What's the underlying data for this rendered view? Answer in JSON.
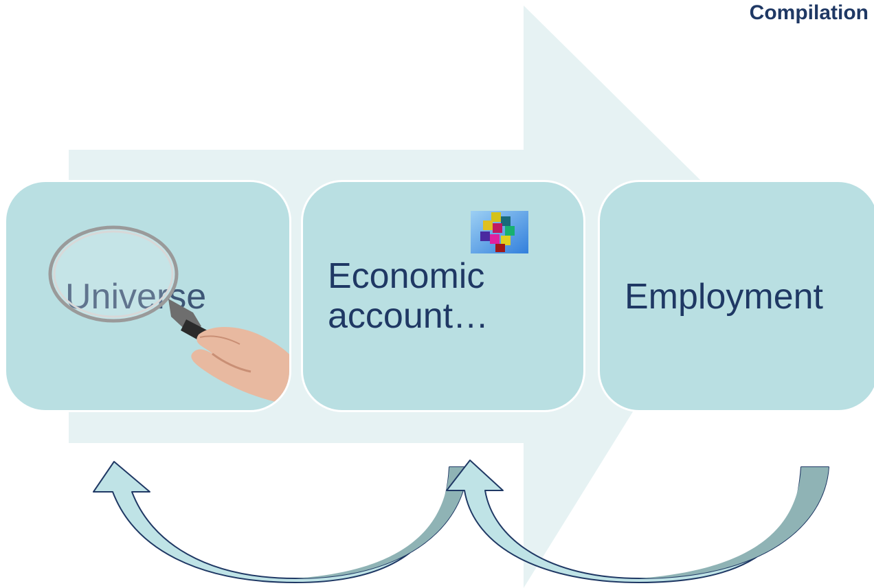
{
  "title": "Compilation",
  "steps": [
    {
      "label": "Universe",
      "icon": "magnifying-glass-icon"
    },
    {
      "label": "Economic account…",
      "label_lines": [
        "Economic",
        "account…"
      ],
      "icon": "puzzle-icon"
    },
    {
      "label": "Employment"
    }
  ],
  "colors": {
    "title": "#1f3864",
    "box_fill": "#b9dfe2",
    "big_arrow_fill": "#e6f2f3",
    "curved_arrow_fill": "#bfe3e6",
    "curved_arrow_shade": "#8fb3b5",
    "curved_arrow_stroke": "#1f3864",
    "label_text": "#1f3864"
  }
}
